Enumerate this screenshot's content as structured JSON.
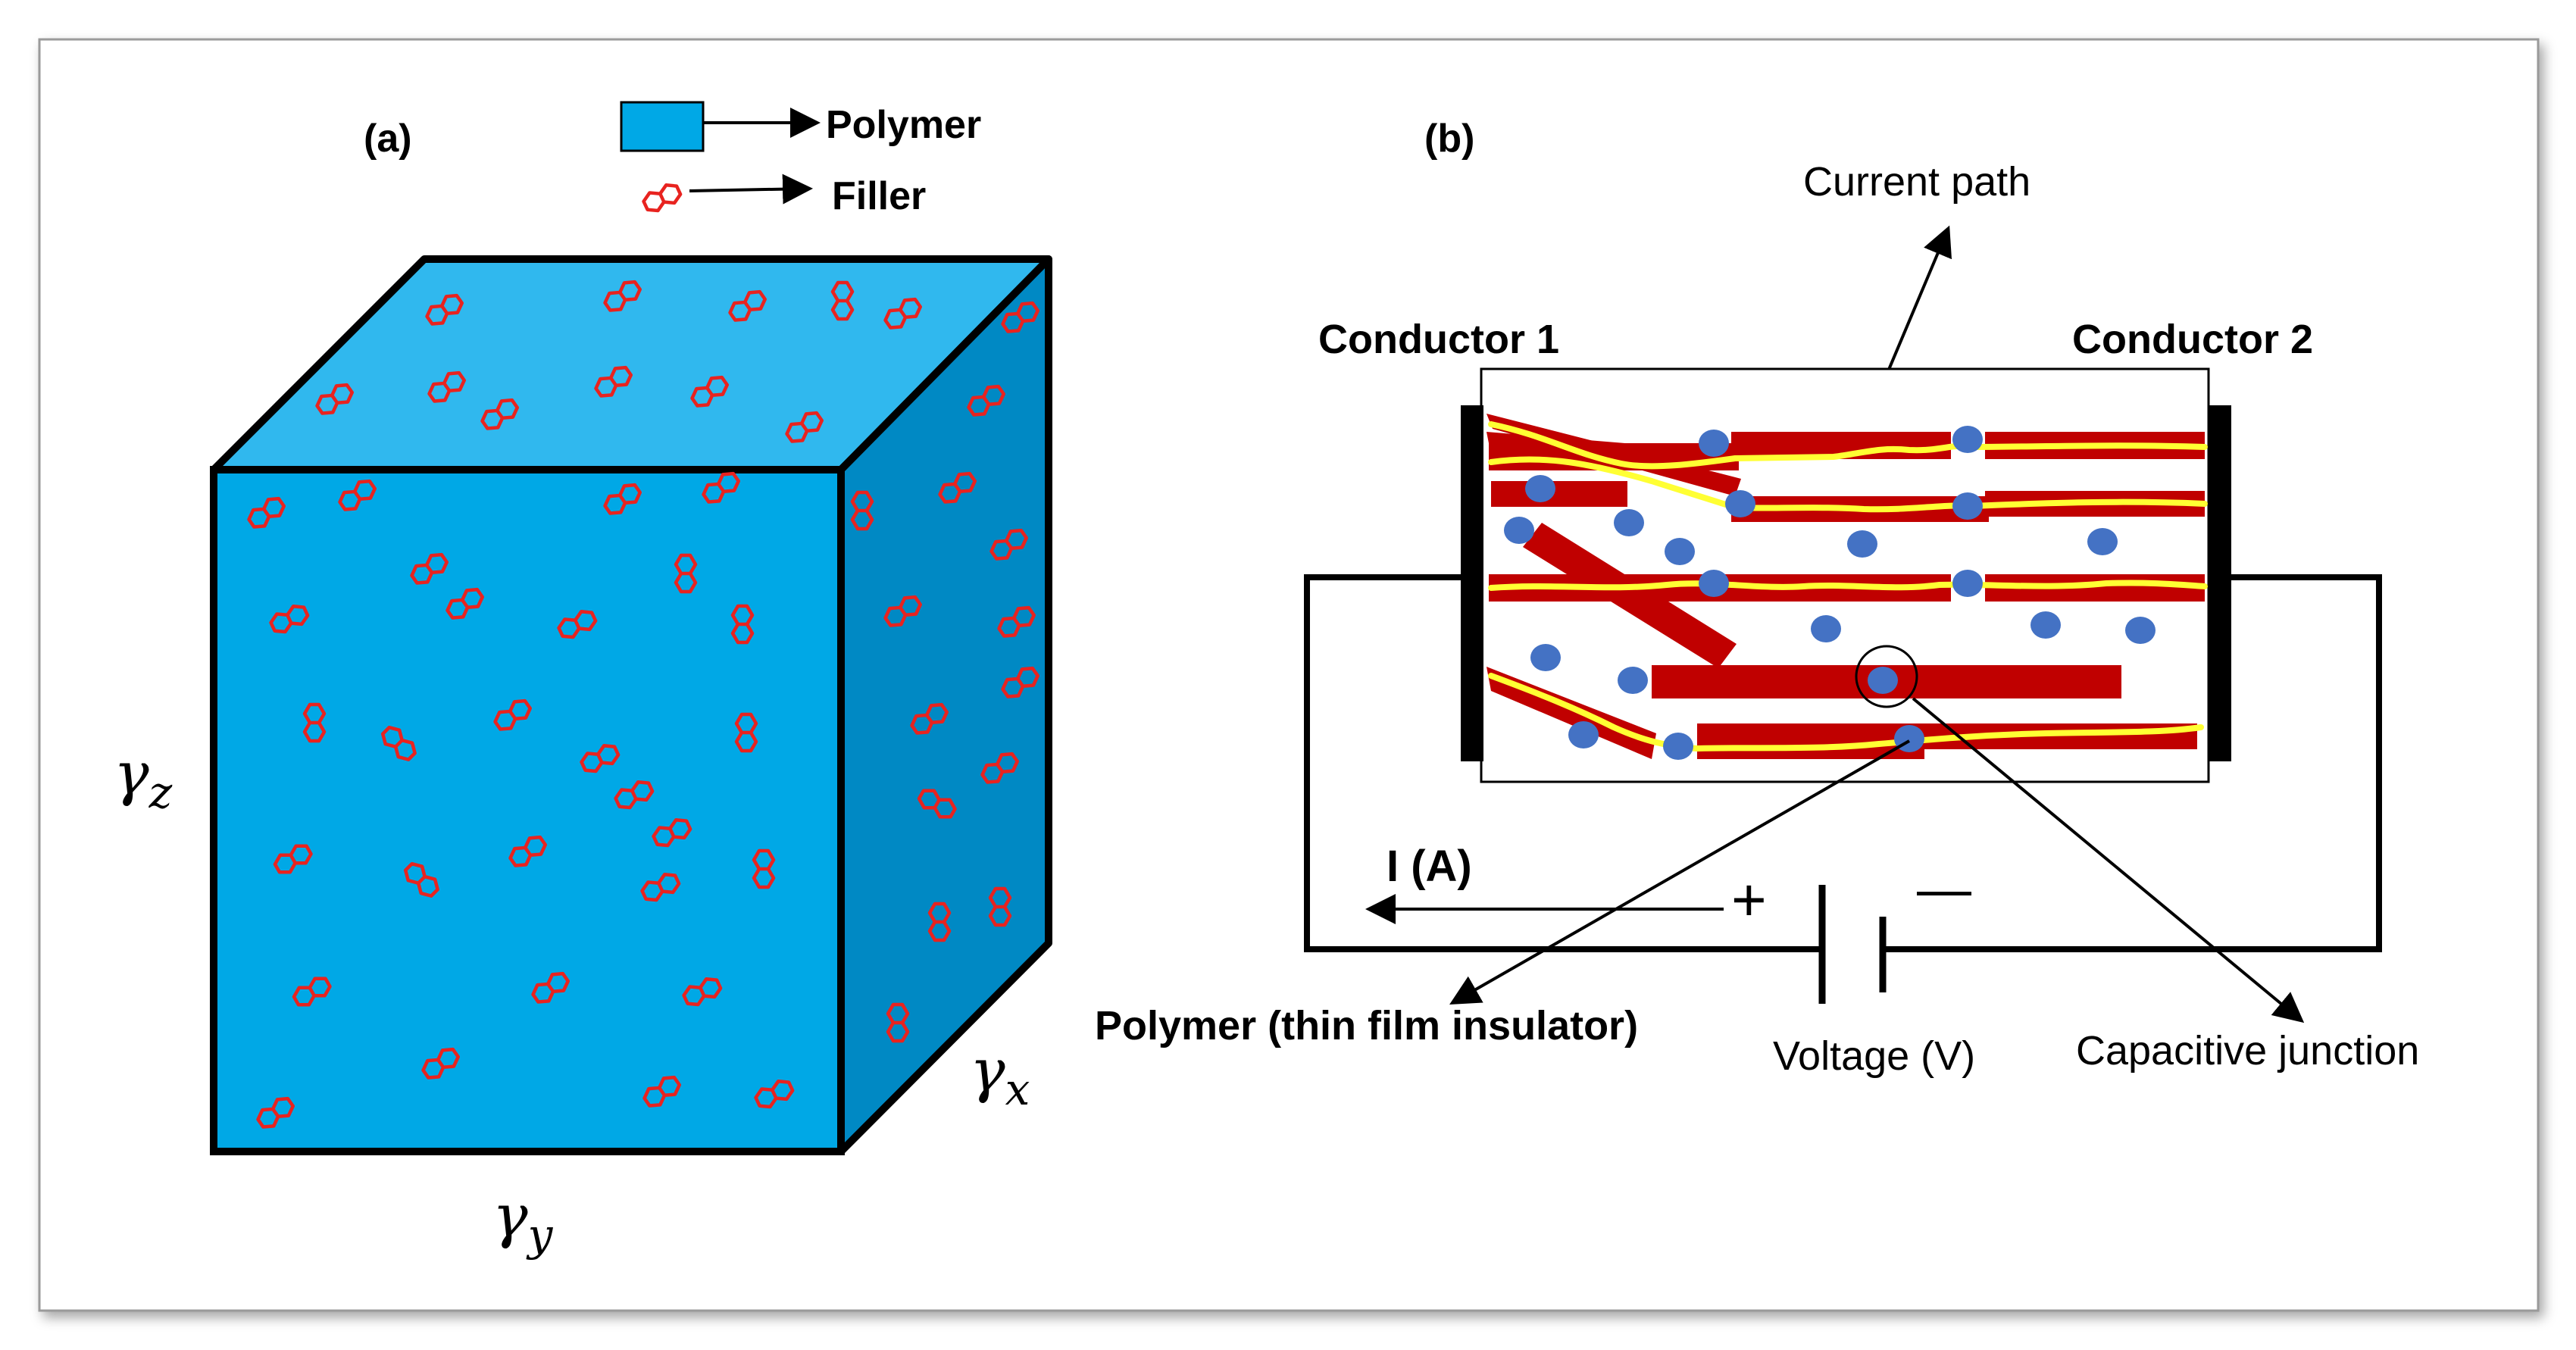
{
  "panel_a": {
    "label": "(a)",
    "legend": {
      "polymer": "Polymer",
      "filler": "Filler"
    },
    "axes": {
      "z": "γ",
      "z_sub": "z",
      "y": "γ",
      "y_sub": "y",
      "x": "γ",
      "x_sub": "x"
    }
  },
  "panel_b": {
    "label": "(b)",
    "conductor_1": "Conductor 1",
    "conductor_2": "Conductor 2",
    "current_path": "Current path",
    "current": "I (A)",
    "plus": "+",
    "minus": "—",
    "polymer_label": "Polymer (thin film insulator)",
    "voltage": "Voltage (V)",
    "capacitive": "Capacitive junction"
  },
  "colors": {
    "polymer_face": "#00a8e6",
    "polymer_top": "#30b8ee",
    "polymer_side": "#0089c4",
    "filler": "#e8231f",
    "fiber": "#c00000",
    "current_path": "#ffff33",
    "junction": "#4472c4"
  }
}
